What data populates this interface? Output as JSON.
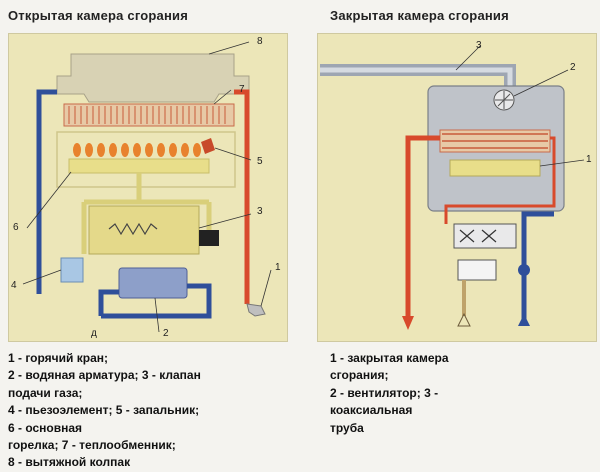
{
  "titles": {
    "left": "Открытая камера сгорания",
    "right": "Закрытая камера сгорания"
  },
  "left_diagram": {
    "callouts": [
      "1",
      "2",
      "3",
      "4",
      "5",
      "6",
      "7",
      "8"
    ],
    "small_mark": "д"
  },
  "right_diagram": {
    "callouts": [
      "1",
      "2",
      "3"
    ]
  },
  "captions": {
    "left": [
      "1 - горячий кран;",
      "2 - водяная арматура; 3 - клапан",
      "подачи газа;",
      "4 - пьезоэлемент; 5 - запальник;",
      "6 - основная",
      "горелка; 7 - теплообменник;",
      "8 - вытяжной колпак"
    ],
    "right": [
      "1 - закрытая камера",
      "сгорания;",
      "2 - вентилятор; 3 -",
      "коаксиальная",
      "труба"
    ]
  },
  "colors": {
    "hot_pipe": "#d84a2c",
    "cold_pipe": "#2f4f9a",
    "panel": "#ece6b8",
    "gas": "#e8de8a",
    "hood": "#d8d2b4",
    "fan_box": "#bfc3c9"
  }
}
